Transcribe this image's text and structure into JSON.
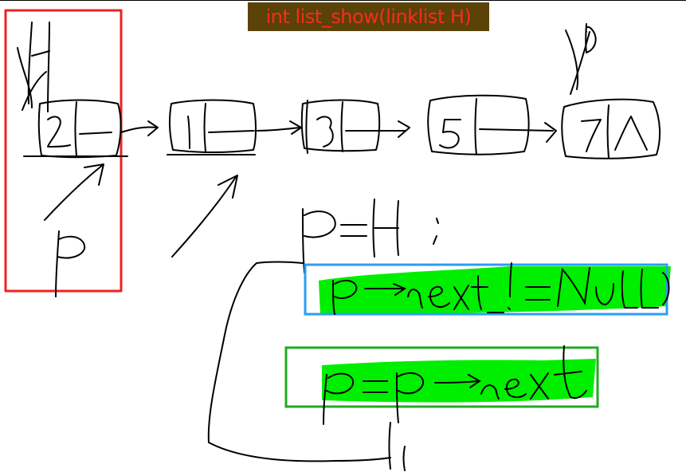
{
  "title": "int list_show(linklist H)",
  "labels": {
    "head": "H",
    "pointer_left": "p",
    "pointer_right": "p"
  },
  "nodes": [
    {
      "value": "2",
      "end": ""
    },
    {
      "value": "1",
      "end": ""
    },
    {
      "value": "3",
      "end": ""
    },
    {
      "value": "5",
      "end": ""
    },
    {
      "value": "7",
      "end": "Λ"
    }
  ],
  "code": {
    "init": "p=H ;",
    "condition": "p->next != NULL",
    "step": "p=p->next"
  },
  "colors": {
    "title_bg": "#5a4208",
    "title_text": "#ff2a1a",
    "red_box": "#ee2222",
    "blue_box": "#2a9df4",
    "green_box": "#22aa22",
    "highlight": "#00ee00",
    "ink": "#000000"
  }
}
